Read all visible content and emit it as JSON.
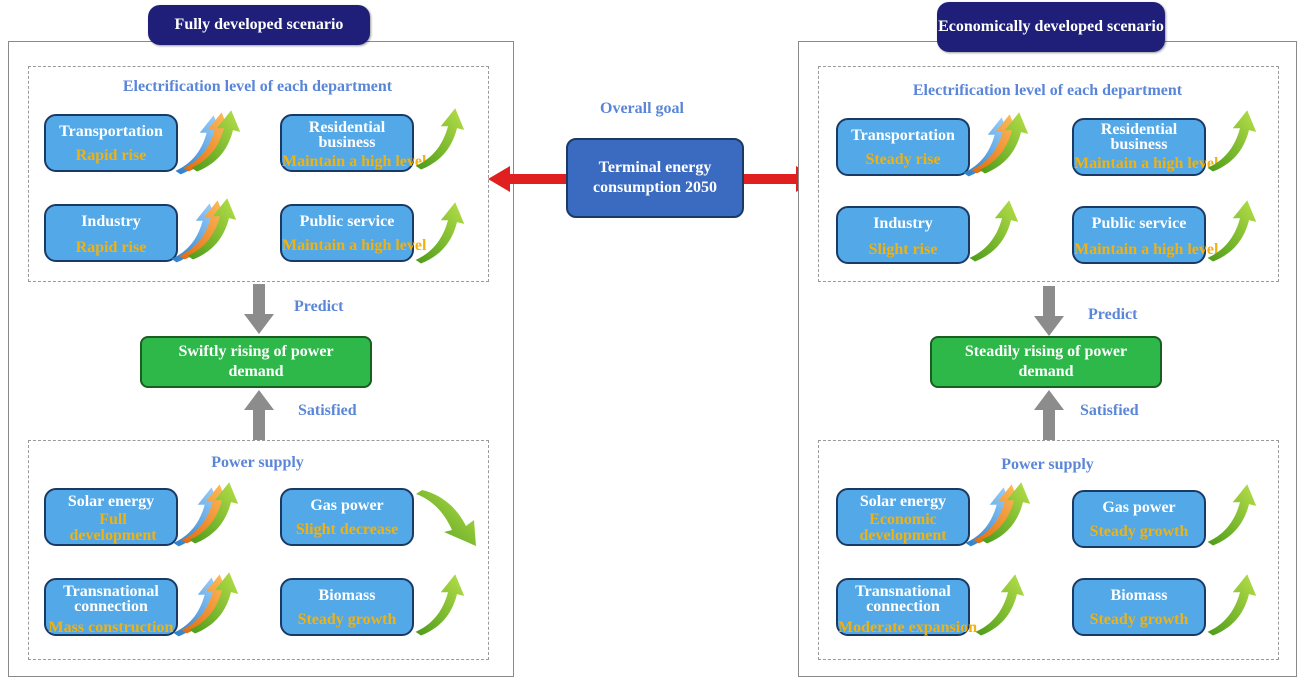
{
  "overall": {
    "goal_label": "Overall goal",
    "goal_text": "Terminal energy consumption 2050"
  },
  "left": {
    "title": "Fully developed scenario",
    "electrification_title": "Electrification level of each department",
    "cards_top": [
      {
        "name": "Transportation",
        "status": "Rapid rise",
        "arrow": "multi-arrow-icon"
      },
      {
        "name": "Residential business",
        "status": "Maintain a high level",
        "arrow": "green-arrow-icon"
      },
      {
        "name": "Industry",
        "status": "Rapid rise",
        "arrow": "multi-arrow-icon"
      },
      {
        "name": "Public service",
        "status": "Maintain a high level",
        "arrow": "green-arrow-icon"
      }
    ],
    "predict_label": "Predict",
    "demand": "Swiftly rising of power demand",
    "satisfied_label": "Satisfied",
    "supply_title": "Power supply",
    "cards_bottom": [
      {
        "name": "Solar energy",
        "status": "Full development",
        "arrow": "multi-arrow-icon"
      },
      {
        "name": "Gas power",
        "status": "Slight decrease",
        "arrow": "down-arrow-icon"
      },
      {
        "name": "Transnational connection",
        "status": "Mass construction",
        "arrow": "multi-arrow-icon"
      },
      {
        "name": "Biomass",
        "status": "Steady growth",
        "arrow": "green-arrow-icon"
      }
    ]
  },
  "right": {
    "title": "Economically developed scenario",
    "electrification_title": "Electrification level of each department",
    "cards_top": [
      {
        "name": "Transportation",
        "status": "Steady rise",
        "arrow": "multi-arrow-icon"
      },
      {
        "name": "Residential business",
        "status": "Maintain a high level",
        "arrow": "green-arrow-icon"
      },
      {
        "name": "Industry",
        "status": "Slight rise",
        "arrow": "green-arrow-icon"
      },
      {
        "name": "Public service",
        "status": "Maintain a high level",
        "arrow": "green-arrow-icon"
      }
    ],
    "predict_label": "Predict",
    "demand": "Steadily rising of power demand",
    "satisfied_label": "Satisfied",
    "supply_title": "Power supply",
    "cards_bottom": [
      {
        "name": "Solar energy",
        "status": "Economic development",
        "arrow": "multi-arrow-icon"
      },
      {
        "name": "Gas power",
        "status": "Steady growth",
        "arrow": "green-arrow-icon"
      },
      {
        "name": "Transnational connection",
        "status": "Moderate expansion",
        "arrow": "green-arrow-icon"
      },
      {
        "name": "Biomass",
        "status": "Steady growth",
        "arrow": "green-arrow-icon"
      }
    ]
  },
  "colors": {
    "title_pill": "#1f1f7a",
    "card_fill": "#53a8e8",
    "status_text": "#f2b20d",
    "section_text": "#5b86d8",
    "demand_fill": "#2fb84a",
    "goal_fill": "#3b6bc0",
    "link_arrow": "#e02020"
  }
}
